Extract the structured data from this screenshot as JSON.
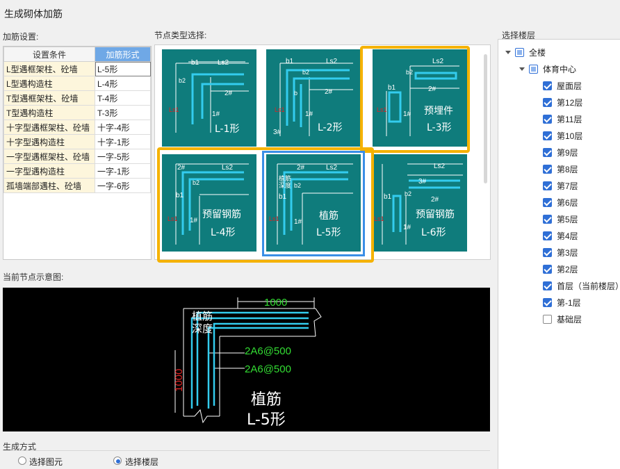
{
  "dialog": {
    "title": "生成砌体加筋"
  },
  "settings": {
    "label": "加筋设置:",
    "headers": [
      "设置条件",
      "加筋形式"
    ],
    "rows": [
      {
        "condition": "L型遇框架柱、砼墙",
        "form": "L-5形"
      },
      {
        "condition": "L型遇构造柱",
        "form": "L-4形"
      },
      {
        "condition": "T型遇框架柱、砼墙",
        "form": "T-4形"
      },
      {
        "condition": "T型遇构造柱",
        "form": "T-3形"
      },
      {
        "condition": "十字型遇框架柱、砼墙",
        "form": "十字-4形"
      },
      {
        "condition": "十字型遇构造柱",
        "form": "十字-1形"
      },
      {
        "condition": "一字型遇框架柱、砼墙",
        "form": "一字-5形"
      },
      {
        "condition": "一字型遇构造柱",
        "form": "一字-1形"
      },
      {
        "condition": "孤墙端部遇柱、砼墙",
        "form": "一字-6形"
      }
    ]
  },
  "node_types": {
    "label": "节点类型选择:",
    "tiles": [
      {
        "name": "L-1形",
        "dim_top": "Ls2",
        "dims": [
          "b1",
          "b2",
          "2#",
          "1#",
          "Ls1"
        ]
      },
      {
        "name": "L-2形",
        "dim_top": "Ls2",
        "dims": [
          "b1",
          "b2",
          "2#",
          "1#",
          "3#",
          "b",
          "Ls1"
        ]
      },
      {
        "name": "L-3形",
        "extra": "预埋件",
        "dim_top": "Ls2",
        "dims": [
          "b2",
          "b1",
          "2#",
          "1#",
          "Ls1"
        ]
      },
      {
        "name": "L-4形",
        "extra": "预留钢筋",
        "dim_top": "Ls2",
        "dims": [
          "2#",
          "b2",
          "b1",
          "1#",
          "Ls1"
        ]
      },
      {
        "name": "L-5形",
        "extra": "植筋",
        "dim_top": "Ls2",
        "dims": [
          "2#",
          "b2",
          "植筋",
          "深度",
          "b1",
          "1#",
          "Ls1"
        ]
      },
      {
        "name": "L-6形",
        "extra": "预留钢筋",
        "dim_top": "Ls2",
        "dims": [
          "3#",
          "b1",
          "b2",
          "2#",
          "1#",
          "Ls1"
        ]
      }
    ],
    "selected": "L-5形"
  },
  "preview": {
    "label": "当前节点示意图:",
    "dim_top": "1000",
    "dim_left": "1000",
    "anchor_label_1": "植筋",
    "anchor_label_2": "深度",
    "rebar_1": "2A6@500",
    "rebar_2": "2A6@500",
    "node_title": "植筋",
    "node_name": "L-5形",
    "colors": {
      "line": "#33ccee",
      "green": "#33dd33",
      "red": "#dd2222"
    }
  },
  "generate": {
    "label": "生成方式",
    "options": [
      "选择图元",
      "选择楼层"
    ],
    "selected": "选择楼层"
  },
  "floors": {
    "label": "选择楼层",
    "root": "全楼",
    "building": "体育中心",
    "items": [
      {
        "label": "屋面层",
        "checked": true
      },
      {
        "label": "第12层",
        "checked": true
      },
      {
        "label": "第11层",
        "checked": true
      },
      {
        "label": "第10层",
        "checked": true
      },
      {
        "label": "第9层",
        "checked": true
      },
      {
        "label": "第8层",
        "checked": true
      },
      {
        "label": "第7层",
        "checked": true
      },
      {
        "label": "第6层",
        "checked": true
      },
      {
        "label": "第5层",
        "checked": true
      },
      {
        "label": "第4层",
        "checked": true
      },
      {
        "label": "第3层",
        "checked": true
      },
      {
        "label": "第2层",
        "checked": true
      },
      {
        "label": "首层（当前楼层）",
        "checked": true
      },
      {
        "label": "第-1层",
        "checked": true
      },
      {
        "label": "基础层",
        "checked": false
      }
    ]
  }
}
